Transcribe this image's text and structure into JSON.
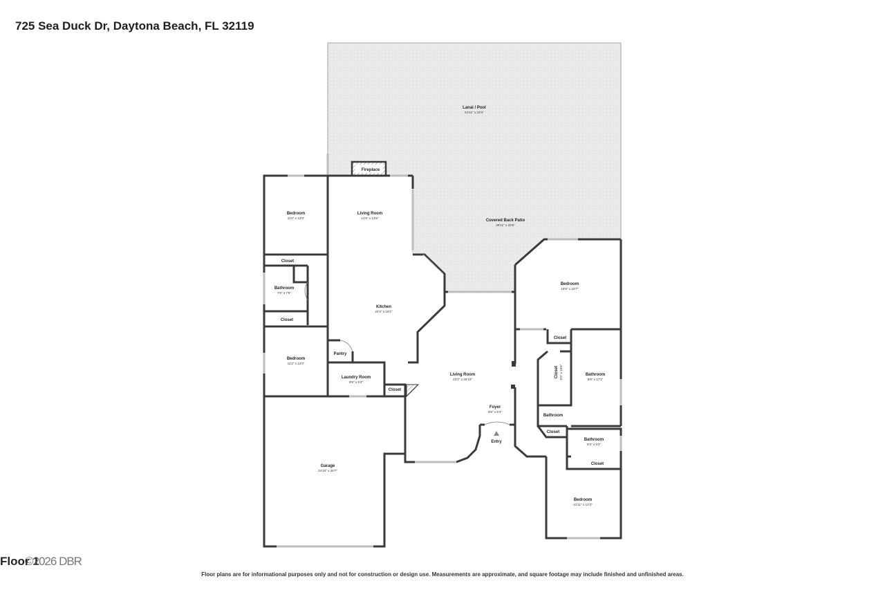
{
  "header": {
    "address": "725 Sea Duck Dr, Daytona Beach, FL 32119"
  },
  "footer": {
    "floor_label": "Floor 1",
    "watermark": "©2026 DBR",
    "disclaimer": "Floor plans are for informational purposes only and not for construction or design use. Measurements are approximate, and square footage may include finished and unfinished areas."
  },
  "rooms": {
    "lanai": {
      "name": "Lanai / Pool",
      "dims": "51'11\" x 23'4\""
    },
    "patio": {
      "name": "Covered Back Patio",
      "dims": "36'11\" x 20'6\""
    },
    "fireplace": {
      "name": "Fireplace"
    },
    "bedroom1": {
      "name": "Bedroom",
      "dims": "11'0\" x 13'8\""
    },
    "living1": {
      "name": "Living Room",
      "dims": "14'8\" x 13'8\""
    },
    "closet1": {
      "name": "Closet"
    },
    "bath1": {
      "name": "Bathroom",
      "dims": "7'8\" x 7'5\""
    },
    "closet2": {
      "name": "Closet"
    },
    "kitchen": {
      "name": "Kitchen",
      "dims": "20'4\" x 19'1\""
    },
    "bedroom2": {
      "name": "Bedroom",
      "dims": "11'2\" x 12'0\""
    },
    "pantry": {
      "name": "Pantry"
    },
    "laundry": {
      "name": "Laundry Room",
      "dims": "9'9\" x 5'4\""
    },
    "closet3": {
      "name": "Closet"
    },
    "garage": {
      "name": "Garage",
      "dims": "24'10\" x 26'7\""
    },
    "living2": {
      "name": "Living Room",
      "dims": "23'2\" x 29'10\""
    },
    "foyer": {
      "name": "Foyer",
      "dims": "6'5\" x 5'2\""
    },
    "entry": {
      "name": "Entry"
    },
    "bedroom3": {
      "name": "Bedroom",
      "dims": "18'5\" x 15'7\""
    },
    "closet4": {
      "name": "Closet"
    },
    "closet5": {
      "name": "Closet",
      "dims": "5'5\" x 10'8\""
    },
    "bath2": {
      "name": "Bathroom",
      "dims": "8'8\" x 17'1\""
    },
    "bath3": {
      "name": "Bathroom"
    },
    "closet6": {
      "name": "Closet"
    },
    "bath4": {
      "name": "Bathroom",
      "dims": "9'3\" x 5'0\""
    },
    "closet7": {
      "name": "Closet"
    },
    "bedroom4": {
      "name": "Bedroom",
      "dims": "12'11\" x 14'3\""
    }
  },
  "colors": {
    "wall": "#3a3a3a",
    "outdoor_fill": "#e9e9e9",
    "window": "#bdbdbd"
  }
}
